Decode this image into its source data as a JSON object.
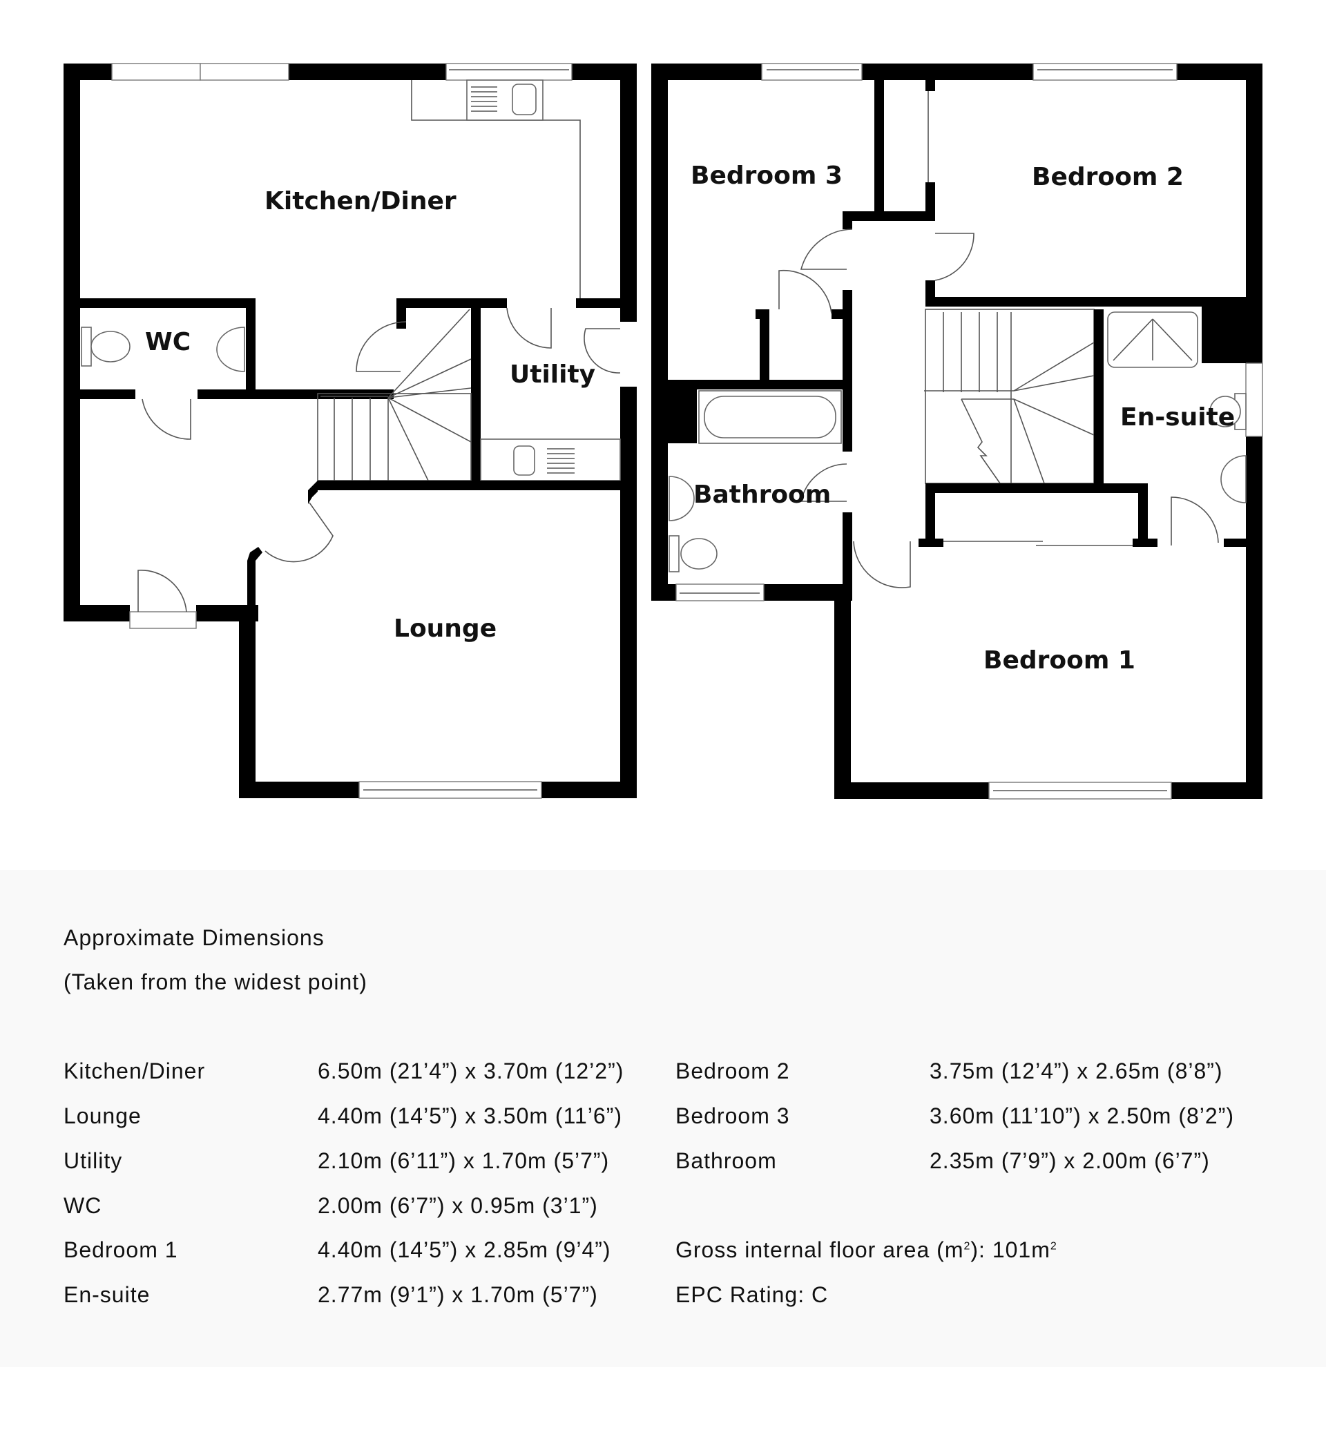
{
  "floor_plan": {
    "ground_floor": {
      "rooms": [
        {
          "label": "Kitchen/Diner"
        },
        {
          "label": "WC"
        },
        {
          "label": "Utility"
        },
        {
          "label": "Lounge"
        }
      ]
    },
    "first_floor": {
      "rooms": [
        {
          "label": "Bedroom 3"
        },
        {
          "label": "Bedroom 2"
        },
        {
          "label": "En-suite"
        },
        {
          "label": "Bathroom"
        },
        {
          "label": "Bedroom 1"
        }
      ]
    }
  },
  "dimensions": {
    "heading": "Approximate Dimensions",
    "subheading": "(Taken from the widest point)",
    "left": [
      {
        "room": "Kitchen/Diner",
        "size": "6.50m (21’4”) x 3.70m (12’2”)"
      },
      {
        "room": "Lounge",
        "size": "4.40m (14’5”) x 3.50m (11’6”)"
      },
      {
        "room": "Utility",
        "size": "2.10m (6’11”) x 1.70m (5’7”)"
      },
      {
        "room": "WC",
        "size": "2.00m (6’7”) x 0.95m (3’1”)"
      },
      {
        "room": "Bedroom 1",
        "size": "4.40m (14’5”) x 2.85m (9’4”)"
      },
      {
        "room": "En-suite",
        "size": "2.77m (9’1”) x 1.70m (5’7”)"
      }
    ],
    "right": [
      {
        "room": "Bedroom 2",
        "size": "3.75m (12’4”) x 2.65m (8’8”)"
      },
      {
        "room": "Bedroom 3",
        "size": "3.60m (11’10”) x 2.50m (8’2”)"
      },
      {
        "room": "Bathroom",
        "size": "2.35m (7’9”) x 2.00m (6’7”)"
      }
    ],
    "gross_area_label": "Gross internal floor area (m",
    "gross_area_sup": "2",
    "gross_area_mid": "): 101m",
    "gross_area_sup2": "2",
    "epc": "EPC Rating: C"
  },
  "colors": {
    "wall": "#000000",
    "panel_background": "#f9f9f9",
    "text": "#111111"
  }
}
